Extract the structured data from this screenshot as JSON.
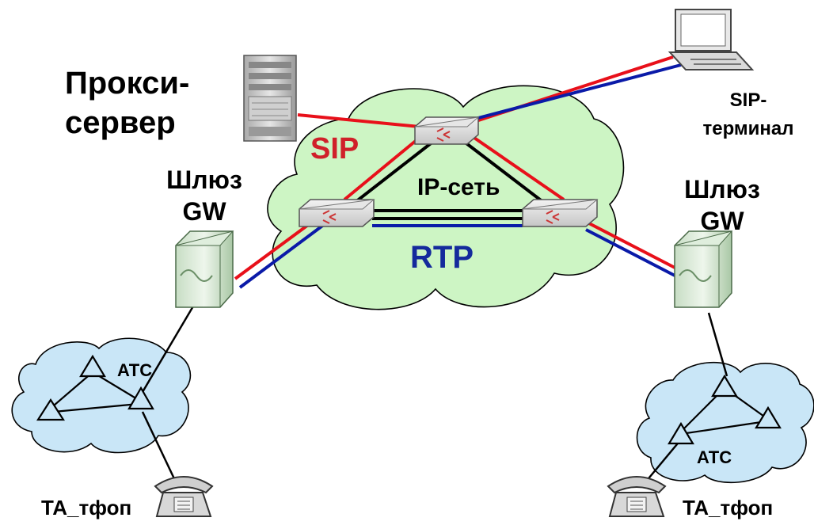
{
  "labels": {
    "proxy_line1": "Прокси-",
    "proxy_line2": "сервер",
    "sip_terminal_line1": "SIP-",
    "sip_terminal_line2": "терминал",
    "sip": "SIP",
    "ip_network": "IP-сеть",
    "rtp": "RTP",
    "gateway_left_line1": "Шлюз",
    "gateway_left_line2": "GW",
    "gateway_right_line1": "Шлюз",
    "gateway_right_line2": "GW",
    "ats_left": "АТС",
    "ats_right": "АТС",
    "phone_left": "ТА_тфоп",
    "phone_right": "ТА_тфоп"
  },
  "colors": {
    "cloud_ip": "#cdf5c4",
    "cloud_pstn": "#c9e6f7",
    "sip_signal": "#e8101a",
    "rtp_media": "#0a1aa8",
    "link": "#000000",
    "sip_text": "#d0202a",
    "rtp_text": "#142a9c"
  }
}
